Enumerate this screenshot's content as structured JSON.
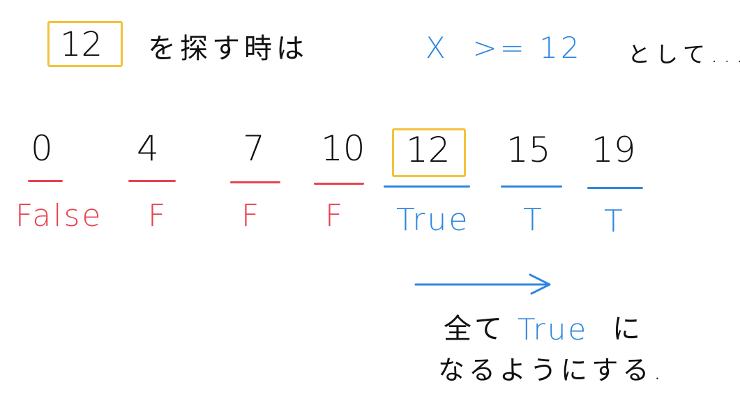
{
  "title": {
    "target": "12",
    "phrase": "を探す時は",
    "condition": "X  >= 12",
    "suffix": "として..."
  },
  "sequence": [
    {
      "value": "0",
      "flag": "False",
      "is_true": false
    },
    {
      "value": "4",
      "flag": "F",
      "is_true": false
    },
    {
      "value": "7",
      "flag": "F",
      "is_true": false
    },
    {
      "value": "10",
      "flag": "F",
      "is_true": false
    },
    {
      "value": "12",
      "flag": "True",
      "is_true": true,
      "highlighted": true
    },
    {
      "value": "15",
      "flag": "T",
      "is_true": true
    },
    {
      "value": "19",
      "flag": "T",
      "is_true": true
    }
  ],
  "note": {
    "part1": "全て",
    "part2": "True",
    "part3": "に",
    "line2": "なるようにする."
  },
  "colors": {
    "ink": "#111111",
    "false_red": "#e8424f",
    "true_blue": "#2f86e0",
    "highlight_yellow": "#f2c23a"
  }
}
